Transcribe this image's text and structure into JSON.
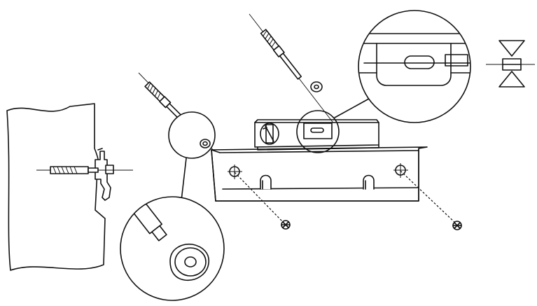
{
  "diagram": {
    "type": "installation-drawing",
    "colors": {
      "line": "#111111",
      "background": "#ffffff"
    },
    "parts": [
      "wall-section",
      "wall-bracket",
      "anchor-plug-left",
      "anchor-plug-top",
      "anchor-plug-wall",
      "mounting-plate",
      "spirit-level",
      "washer-small",
      "screw-left",
      "screw-right"
    ],
    "details": [
      "detail-circle-washer",
      "detail-circle-level-bubble",
      "bubble-alignment-symbol"
    ]
  }
}
